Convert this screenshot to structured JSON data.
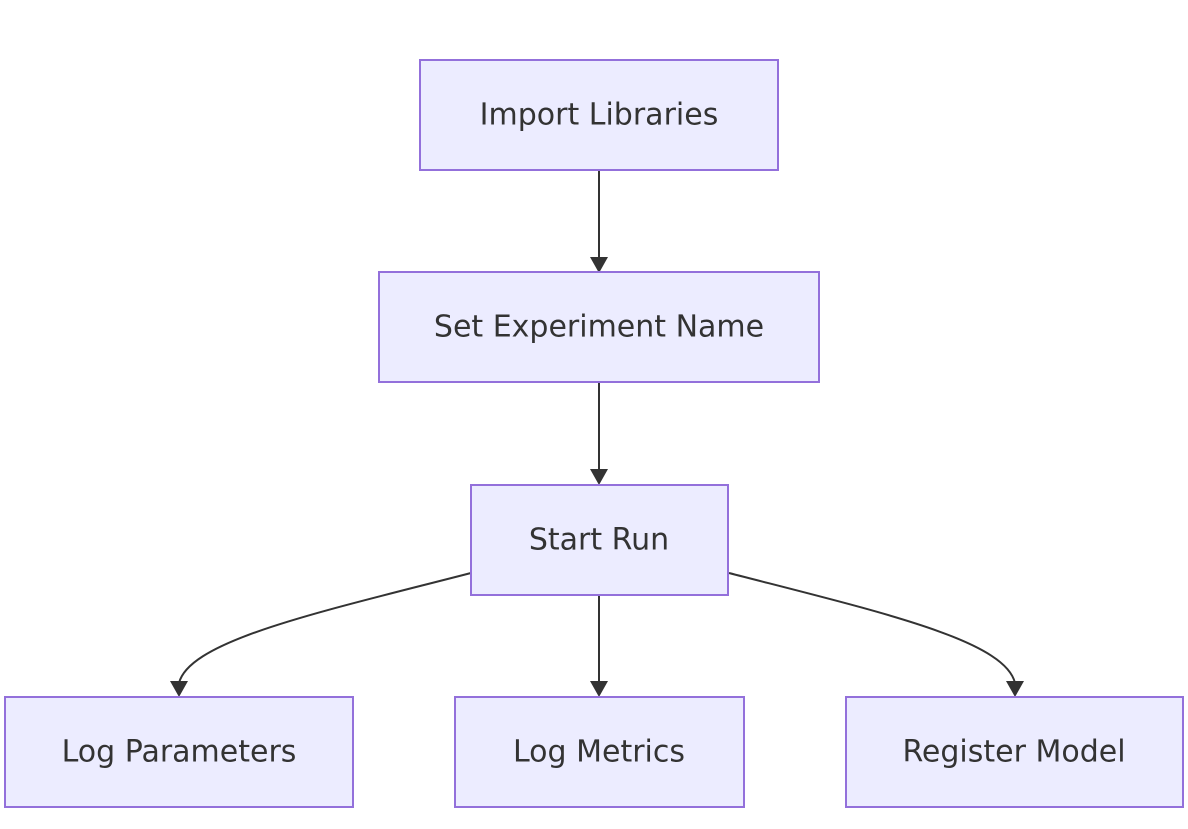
{
  "diagram": {
    "type": "flowchart",
    "direction": "top-down",
    "colors": {
      "node_fill": "#ECECFF",
      "node_border": "#9370DB",
      "text": "#333333",
      "edge": "#333333"
    },
    "nodes": [
      {
        "id": "import",
        "label": "Import Libraries"
      },
      {
        "id": "experiment",
        "label": "Set Experiment Name"
      },
      {
        "id": "start",
        "label": "Start Run"
      },
      {
        "id": "params",
        "label": "Log Parameters"
      },
      {
        "id": "metrics",
        "label": "Log Metrics"
      },
      {
        "id": "register",
        "label": "Register Model"
      }
    ],
    "edges": [
      {
        "from": "import",
        "to": "experiment"
      },
      {
        "from": "experiment",
        "to": "start"
      },
      {
        "from": "start",
        "to": "params"
      },
      {
        "from": "start",
        "to": "metrics"
      },
      {
        "from": "start",
        "to": "register"
      }
    ]
  }
}
